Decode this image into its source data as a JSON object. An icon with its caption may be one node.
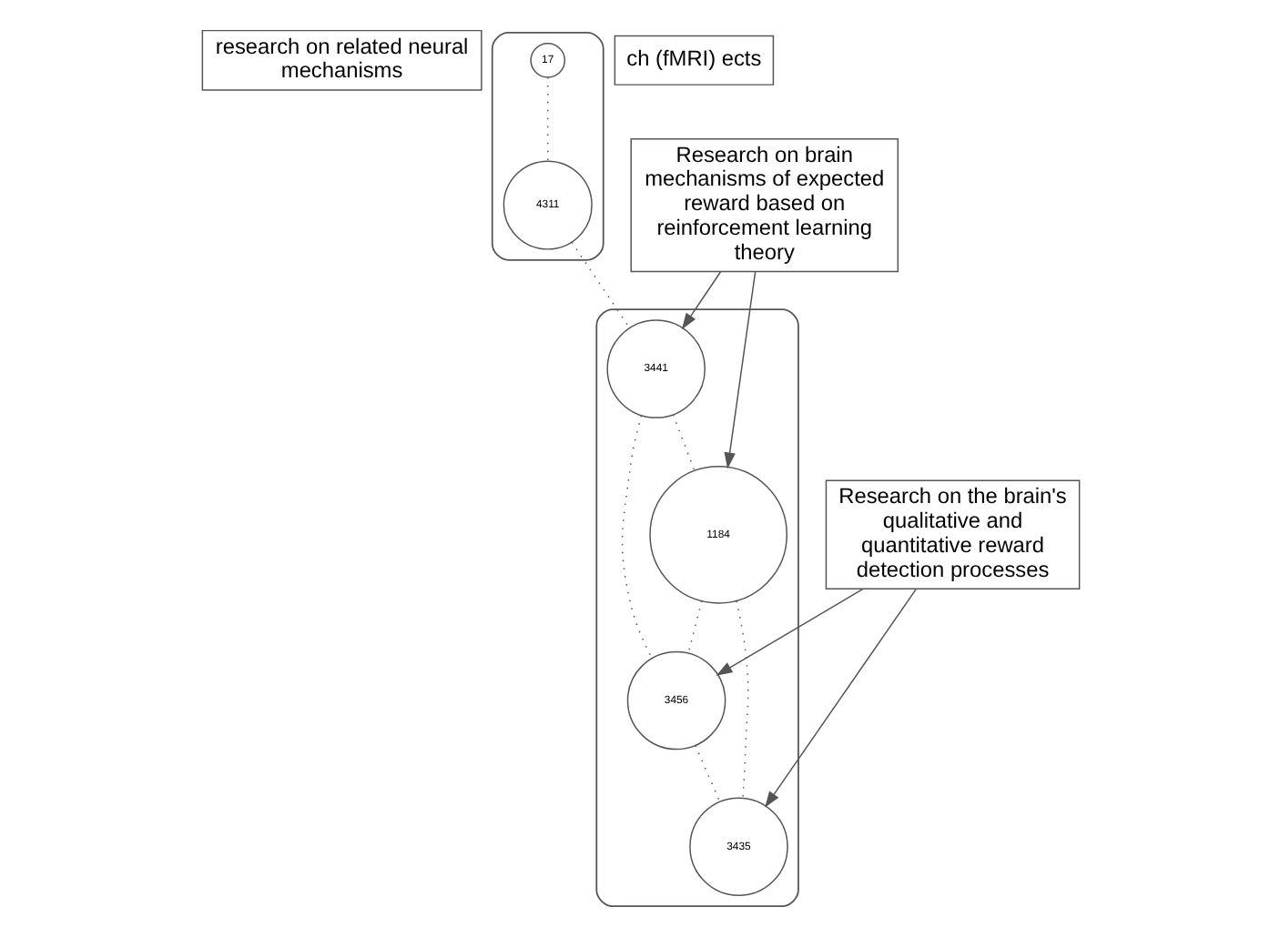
{
  "diagram": {
    "nodes": [
      {
        "text": [
          "research on related neural mechanisms"
        ]
      },
      {
        "text": [],
        "shape": "ellipse"
      },
      {
        "text": [
          "17"
        ],
        "in": 1
      },
      {
        "text": [
          "4311"
        ],
        "in": 1
      },
      {
        "text": [
          "Research on brain mechanisms of expected reward based on reinforcement learning theory"
        ]
      },
      {
        "text": [],
        "shape": "ellipse"
      },
      {
        "text": [
          "3441"
        ],
        "in": 5
      },
      {
        "text": [
          "1184"
        ],
        "in": 5
      },
      {
        "text": [
          "ch (fMRI) ects"
        ]
      },
      {
        "text": [
          "3456"
        ],
        "in": 5
      },
      {
        "text": [
          "3435"
        ],
        "in": 5
      },
      {
        "text": [
          "Research on the brain's qualitative and quantitative reward detection processes"
        ]
      }
    ],
    "edges": [
      {
        "from": 2,
        "to": 3,
        "arrow": "none",
        "style": "dashed"
      },
      {
        "from": 3,
        "to": 6,
        "arrow": "none",
        "style": "dashed"
      },
      {
        "from": 6,
        "to": 7,
        "arrow": "none",
        "style": "dashed"
      },
      {
        "from": 6,
        "to": 9,
        "arrow": "none",
        "style": "dashed"
      },
      {
        "from": 7,
        "to": 9,
        "arrow": "none",
        "style": "dashed"
      },
      {
        "from": 7,
        "to": 10,
        "arrow": "none",
        "style": "dashed"
      },
      {
        "from": 9,
        "to": 10,
        "arrow": "none",
        "style": "dashed"
      },
      {
        "from": 4,
        "to": 6,
        "arrow": "to"
      },
      {
        "from": 4,
        "to": 7,
        "arrow": "to"
      },
      {
        "from": 11,
        "to": 9,
        "arrow": "to"
      },
      {
        "from": 11,
        "to": 10,
        "arrow": "to"
      }
    ]
  }
}
